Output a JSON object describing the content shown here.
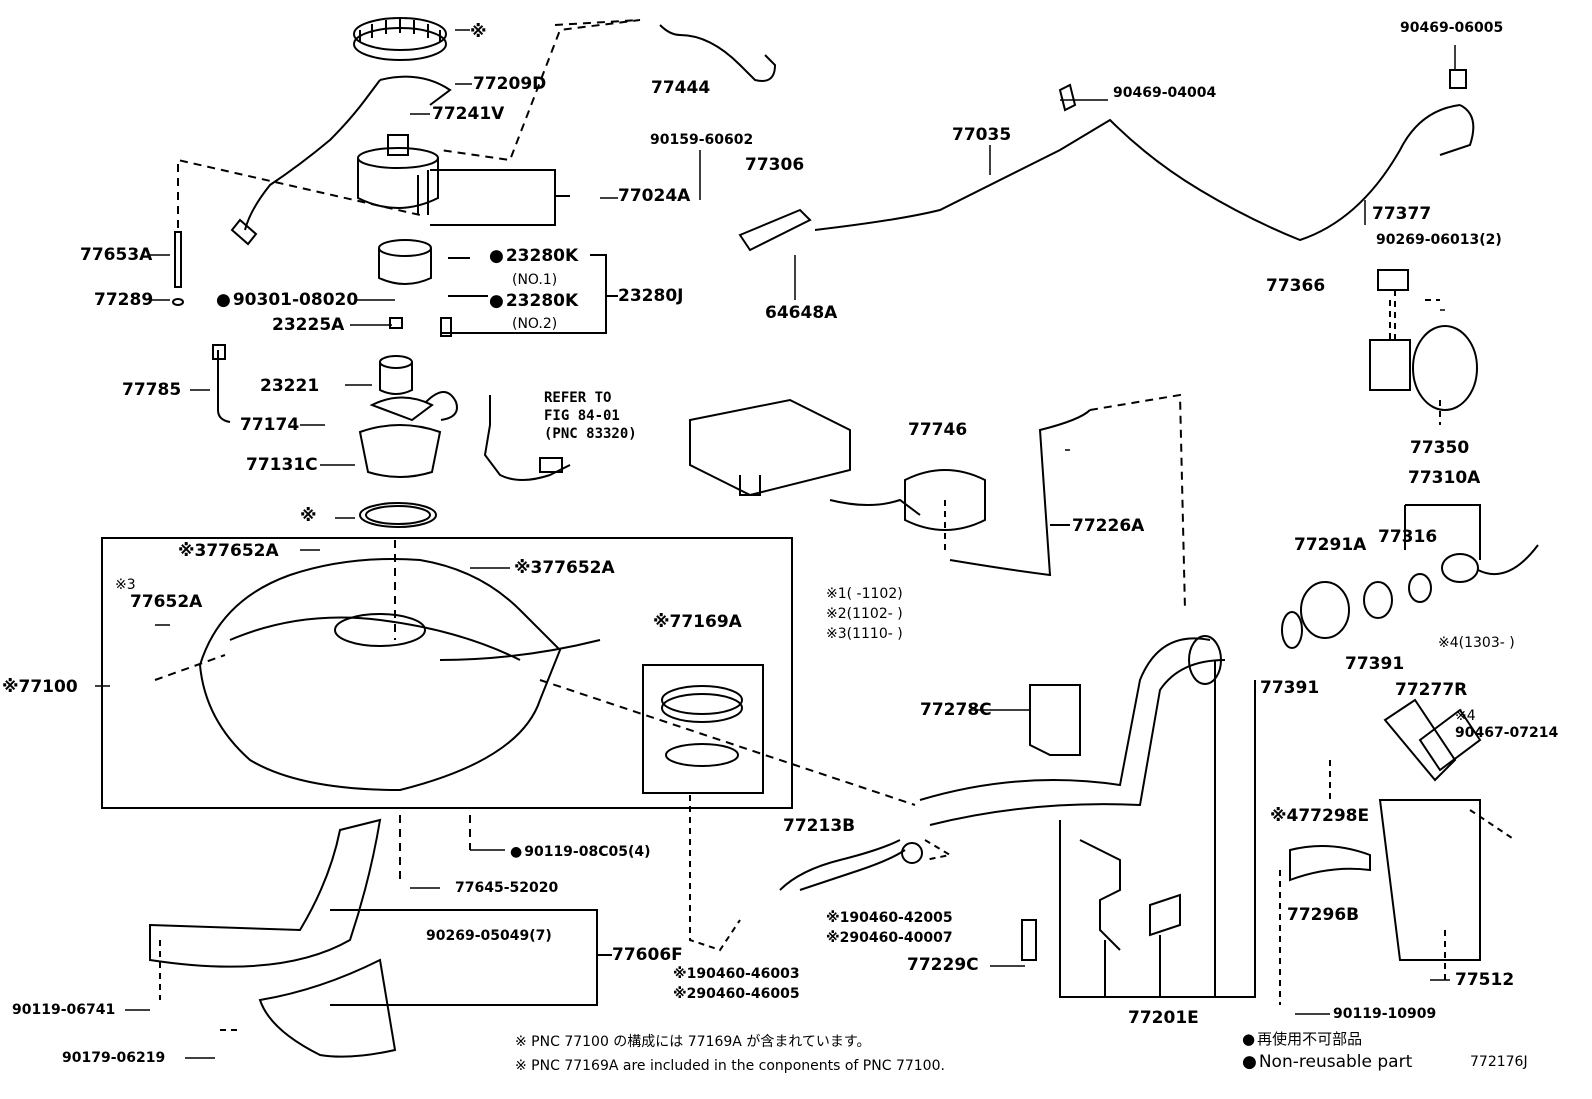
{
  "labels": {
    "l_ring_top_x": "※",
    "l_77209D": "77209D",
    "l_77241V": "77241V",
    "l_77444": "77444",
    "l_77024A": "77024A",
    "l_77653A": "77653A",
    "l_77289": "77289",
    "l_90301": "90301-08020",
    "l_23280K1": "23280K",
    "l_no1": "(NO.1)",
    "l_23280K2": "23280K",
    "l_no2": "(NO.2)",
    "l_23280J": "23280J",
    "l_23225A": "23225A",
    "l_23221": "23221",
    "l_77785": "77785",
    "l_77174": "77174",
    "l_77131C": "77131C",
    "l_gasket_x": "※",
    "l_refer1": "REFER TO",
    "l_refer2": "FIG 84-01",
    "l_refer3": "(PNC 83320)",
    "l_90159": "90159-60602",
    "l_77306": "77306",
    "l_64648A": "64648A",
    "l_77035": "77035",
    "l_90469_04004": "90469-04004",
    "l_90469_06005": "90469-06005",
    "l_77377": "77377",
    "l_90269_06013": "90269-06013(2)",
    "l_77366": "77366",
    "l_77350": "77350",
    "l_77310A": "77310A",
    "l_77316": "77316",
    "l_77291A": "77291A",
    "l_77391a": "77391",
    "l_77391b": "77391",
    "l_note4_1303": "※4(1303-    )",
    "l_77746": "77746",
    "l_77226A": "77226A",
    "l_note1": "※1(    -1102)",
    "l_note2": "※2(1102-    )",
    "l_note3": "※3(1110-    )",
    "l_77652A_a": "※377652A",
    "l_77652A_b": "※377652A",
    "l_x3": "※3",
    "l_77652A_c": "77652A",
    "l_77100": "※77100",
    "l_77169A": "※77169A",
    "l_77278C": "77278C",
    "l_77277R": "77277R",
    "l_x4": "※4",
    "l_90467": "90467-07214",
    "l_77298E": "※477298E",
    "l_77296B": "77296B",
    "l_77213B": "77213B",
    "l_90460_42005": "※190460-42005",
    "l_90460_40007": "※290460-40007",
    "l_90460_46003": "※190460-46003",
    "l_90460_46005": "※290460-46005",
    "l_90119_08C05": "90119-08C05(4)",
    "l_77645": "77645-52020",
    "l_90269_05049": "90269-05049(7)",
    "l_77606F": "77606F",
    "l_90119_06741": "90119-06741",
    "l_90179": "90179-06219",
    "l_77229C": "77229C",
    "l_77201E": "77201E",
    "l_90119_10909": "90119-10909",
    "l_77512": "77512"
  },
  "footer": {
    "note_jp": "※ PNC 77100 の構成には 77169A が含まれています。",
    "note_en": "※ PNC 77169A are included in the conponents of PNC 77100.",
    "legend_jp": "再使用不可部品",
    "legend_en": "Non-reusable part",
    "figure_id": "772176J"
  }
}
